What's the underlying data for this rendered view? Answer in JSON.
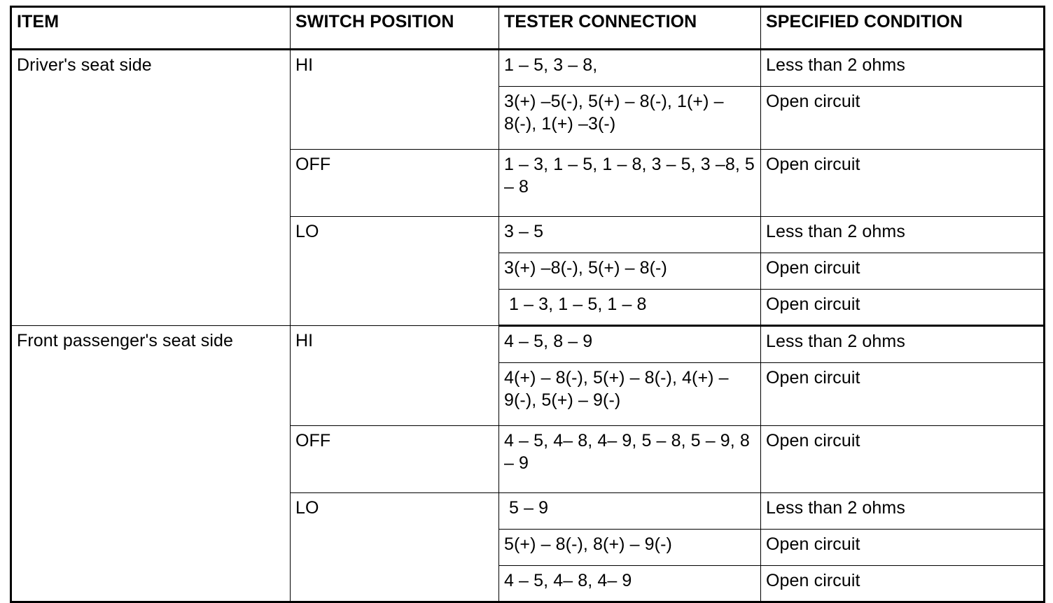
{
  "table": {
    "columns": [
      "ITEM",
      "SWITCH POSITION",
      "TESTER CONNECTION",
      "SPECIFIED CONDITION"
    ],
    "groups": [
      {
        "item": "Driver's seat side",
        "positions": [
          {
            "switch": "HI",
            "rows": [
              {
                "tester": "1 – 5, 3 – 8,",
                "condition": "Less than 2 ohms"
              },
              {
                "tester": "3(+) –5(-), 5(+) – 8(-), 1(+) – 8(-), 1(+) –3(-)",
                "condition": "Open circuit"
              }
            ]
          },
          {
            "switch": "OFF",
            "rows": [
              {
                "tester": "1 – 3, 1 – 5, 1 – 8, 3 – 5, 3 –8, 5 – 8",
                "condition": "Open circuit"
              }
            ]
          },
          {
            "switch": "LO",
            "rows": [
              {
                "tester": "3 – 5",
                "condition": "Less than 2 ohms"
              },
              {
                "tester": "3(+) –8(-), 5(+) – 8(-)",
                "condition": "Open circuit"
              },
              {
                "tester": " 1 – 3, 1 – 5, 1 – 8",
                "condition": "Open circuit"
              }
            ]
          }
        ]
      },
      {
        "item": "Front passenger's seat side",
        "positions": [
          {
            "switch": "HI",
            "rows": [
              {
                "tester": "4 – 5, 8 – 9",
                "condition": "Less than 2 ohms"
              },
              {
                "tester": "4(+) – 8(-), 5(+) – 8(-), 4(+) – 9(-), 5(+) – 9(-)",
                "condition": "Open circuit"
              }
            ]
          },
          {
            "switch": "OFF",
            "rows": [
              {
                "tester": "4 – 5, 4– 8, 4– 9, 5 – 8, 5 – 9, 8 – 9",
                "condition": "Open circuit"
              }
            ]
          },
          {
            "switch": "LO",
            "rows": [
              {
                "tester": " 5 – 9",
                "condition": "Less than 2 ohms"
              },
              {
                "tester": "5(+) – 8(-), 8(+) – 9(-)",
                "condition": "Open circuit"
              },
              {
                "tester": "4 – 5, 4– 8, 4– 9",
                "condition": "Open circuit"
              }
            ]
          }
        ]
      }
    ]
  }
}
